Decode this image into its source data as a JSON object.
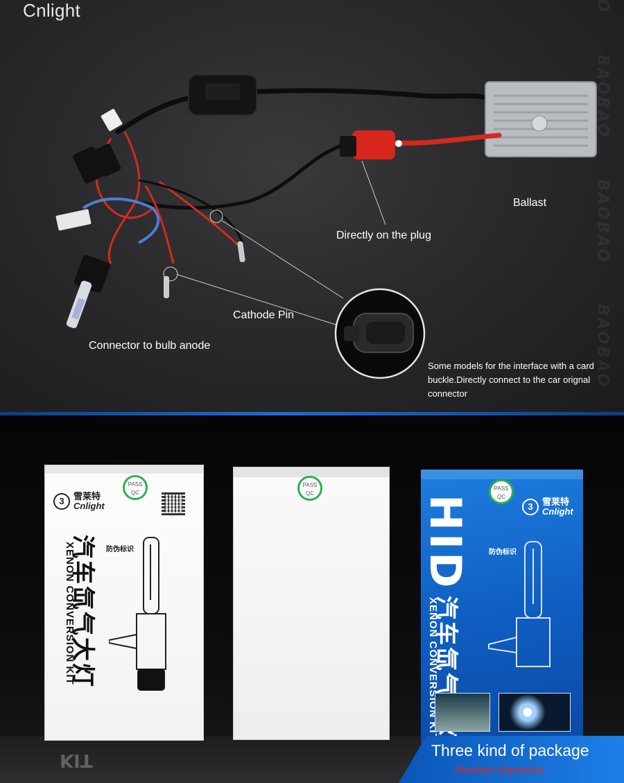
{
  "header": {
    "brand": "Cnlight"
  },
  "watermark": {
    "text": "BAOBAO"
  },
  "top_annotations": {
    "ballast": "Ballast",
    "plug": "Directly on the plug",
    "cathode": "Cathode Pin",
    "anode": "Connector to bulb anode",
    "note": "Some models for the interface with a card buckle.Directly connect to the car orignal connector"
  },
  "packages": {
    "white_box": {
      "brand_cn": "雪莱特",
      "brand_en": "Cnlight",
      "pass": "PASS QC",
      "anti_fake": "防伪标识",
      "side_cn": "汽车氙气大灯",
      "side_en": "XENON CONVERSION KIT"
    },
    "plain_box": {
      "pass": "PASS QC"
    },
    "blue_box": {
      "brand_cn": "雪莱特",
      "brand_en": "Cnlight",
      "pass": "PASS QC",
      "anti_fake": "防伪标识",
      "hid": "HID",
      "side_cn": "汽车氙气大灯",
      "side_en": "XENON CONVERSION KIT"
    },
    "reflection": "KIT"
  },
  "caption": {
    "title": "Three kind of package",
    "subtitle": "Random shipments"
  },
  "colors": {
    "accent_blue": "#1c6fd4",
    "subtitle_red": "#e0271a",
    "pass_green": "#2bb24c"
  }
}
